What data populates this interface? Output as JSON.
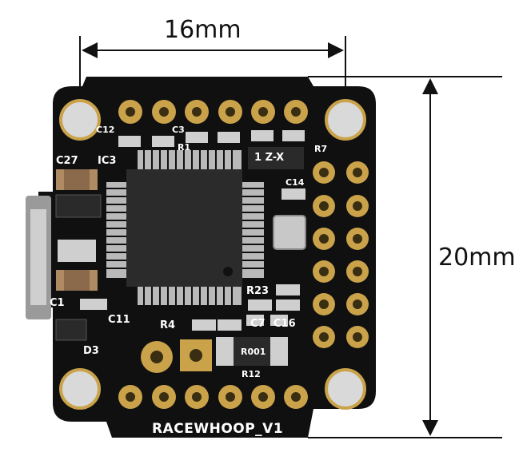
{
  "dimensions": {
    "width_label": "16mm",
    "height_label": "20mm"
  },
  "board": {
    "name": "RACEWHOOP_V1",
    "silkscreen": {
      "c12": "C12",
      "c3": "C3",
      "r1": "R1",
      "ic3": "IC3",
      "c27": "C27",
      "r7": "R7",
      "c14": "C14",
      "orientation": "1 Z-X",
      "c1": "C1",
      "c11": "C11",
      "r4": "R4",
      "r23": "R23",
      "c7": "C7",
      "c16": "C16",
      "d3": "D3",
      "r12": "R12",
      "r001": "R001"
    }
  },
  "colors": {
    "pcb": "#111111",
    "gold": "#c9a24a",
    "chip": "#2b2b2b",
    "pins": "#b9b9b9",
    "silkscreen": "#ffffff"
  }
}
